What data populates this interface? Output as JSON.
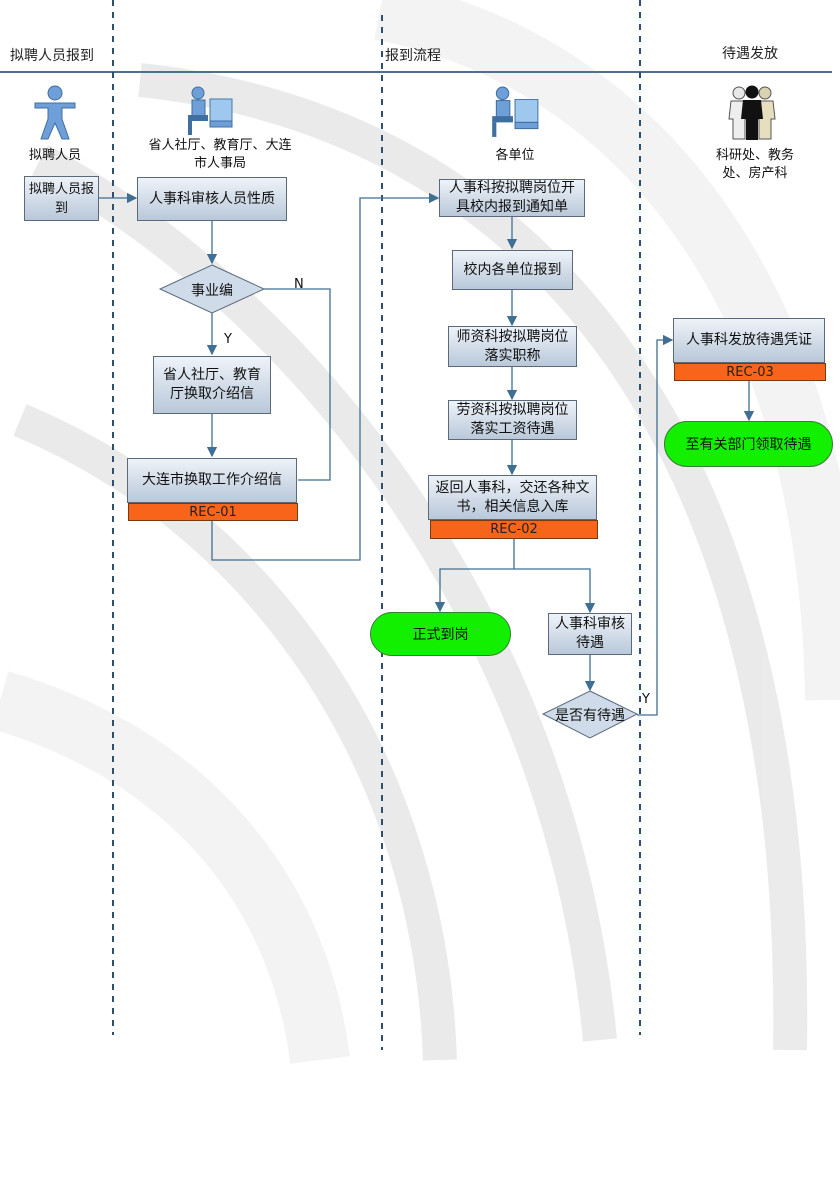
{
  "headers": {
    "h1": "拟聘人员报到",
    "h2": "报到流程",
    "h3": "待遇发放"
  },
  "lanes": {
    "person": "拟聘人员",
    "province_line1": "省人社厅、教育厅、大连",
    "province_line2": "市人事局",
    "units": "各单位",
    "depts_line1": "科研处、教务",
    "depts_line2": "处、房产科"
  },
  "nodes": {
    "report": "拟聘人员报到",
    "review_nature": "人事科审核人员性质",
    "decision_type": "事业编",
    "exchange_letter": "省人社厅、教育厅换取介绍信",
    "dalian_letter": "大连市换取工作介绍信",
    "rec01": "REC-01",
    "notice": "人事科按拟聘岗位开具校内报到通知单",
    "unit_report": "校内各单位报到",
    "title_assign": "师资科按拟聘岗位落实职称",
    "salary_assign": "劳资科按拟聘岗位落实工资待遇",
    "return_docs": "返回人事科，交还各种文书，相关信息入库",
    "rec02": "REC-02",
    "formal": "正式到岗",
    "review_treatment": "人事科审核待遇",
    "decision_treatment": "是否有待遇",
    "issue_voucher": "人事科发放待遇凭证",
    "rec03": "REC-03",
    "collect": "至有关部门领取待遇"
  },
  "edge_labels": {
    "n": "N",
    "y1": "Y",
    "y2": "Y"
  },
  "colors": {
    "rec": "#f7641a",
    "terminal": "#12f000",
    "box_top": "#eef3f9",
    "box_bottom": "#b9c8d9",
    "line": "#3f6f93"
  }
}
